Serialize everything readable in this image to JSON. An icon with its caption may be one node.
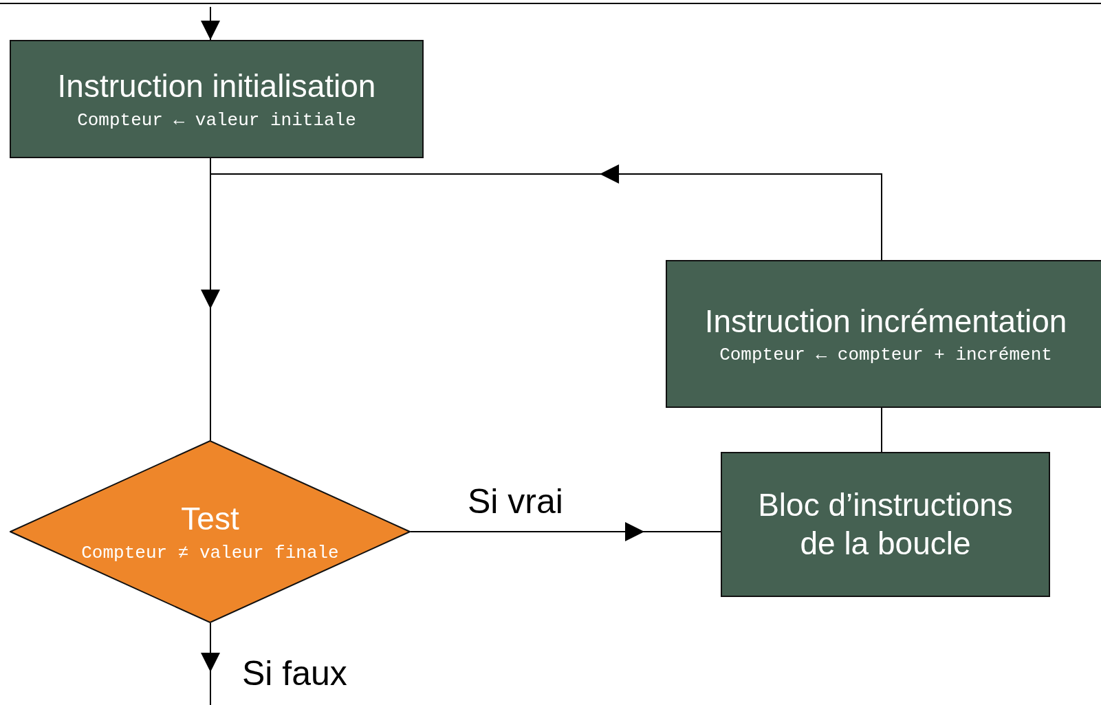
{
  "diagram": {
    "nodes": [
      {
        "text": [
          "Instruction initialisation",
          "Compteur ← valeur initiale"
        ]
      },
      {
        "text": [
          "Instruction incrémentation",
          "Compteur ← compteur + incrément"
        ]
      },
      {
        "text": [
          "Test",
          "Compteur ≠ valeur finale"
        ]
      },
      {
        "text": [
          "Bloc d’instructions de la boucle"
        ]
      }
    ],
    "edges": [
      {
        "from": null,
        "to": 0,
        "arrow": "to"
      },
      {
        "from": 0,
        "to": 2,
        "arrow": "to"
      },
      {
        "from": 2,
        "to": 3,
        "arrow": "to",
        "label": "Si vrai"
      },
      {
        "from": 3,
        "to": 1,
        "arrow": "none"
      },
      {
        "from": 1,
        "to": 2,
        "arrow": "to"
      },
      {
        "from": 2,
        "to": null,
        "arrow": "to",
        "label": "Si faux"
      }
    ]
  }
}
